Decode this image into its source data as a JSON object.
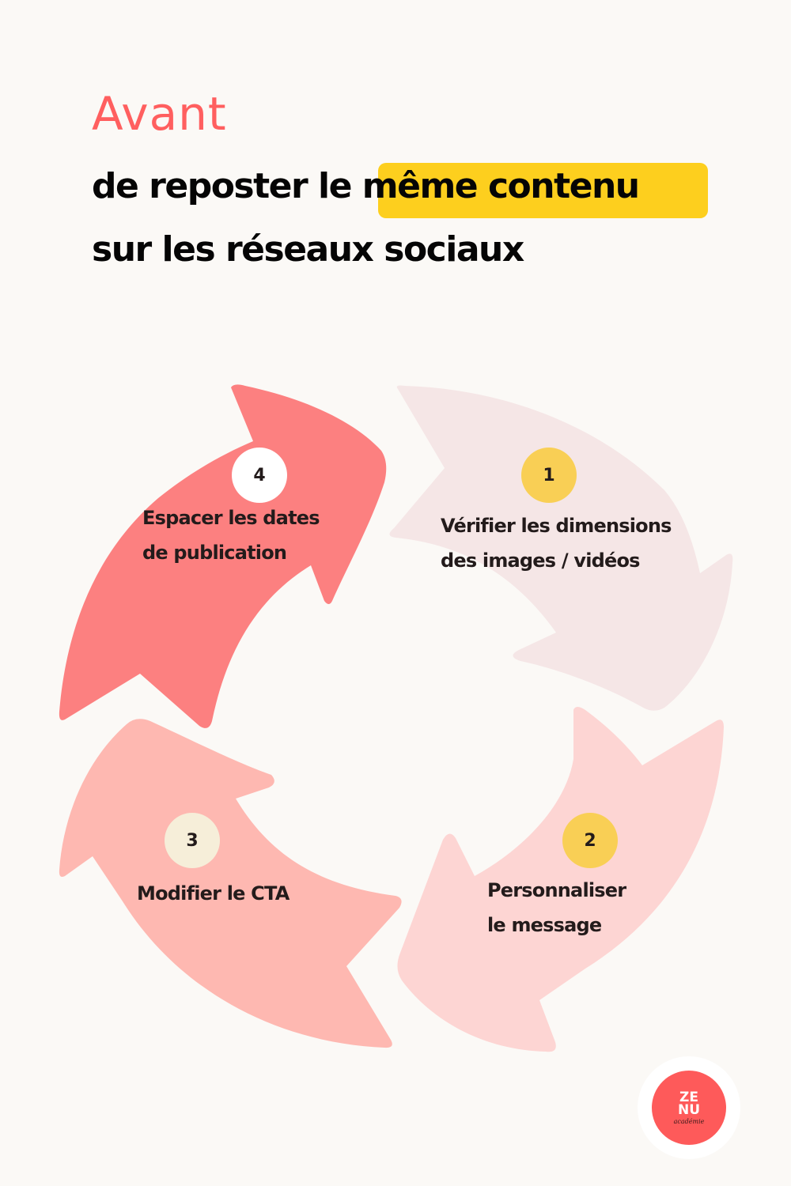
{
  "header": {
    "kicker": "Avant",
    "line1_prefix": "de reposter le ",
    "line1_highlight": "même contenu",
    "line2": "sur les réseaux sociaux"
  },
  "colors": {
    "background": "#FBF9F6",
    "kicker": "#FF5F5F",
    "highlight": "#FDCF1E",
    "arrow_1": "#F5E6E6",
    "arrow_2": "#FDD5D3",
    "arrow_3": "#FEB8B1",
    "arrow_4": "#FC8080",
    "badge_yellow": "#F9CF55",
    "badge_cream": "#F6EED9",
    "badge_white": "#FFFFFF",
    "logo": "#FE5A5A"
  },
  "steps": [
    {
      "number": "1",
      "lines": [
        "Vérifier les dimensions",
        "des images / vidéos"
      ]
    },
    {
      "number": "2",
      "lines": [
        "Personnaliser",
        "le message"
      ]
    },
    {
      "number": "3",
      "lines": [
        "Modifier le CTA"
      ]
    },
    {
      "number": "4",
      "lines": [
        "Espacer les dates",
        "de publication"
      ]
    }
  ],
  "logo": {
    "line1": "ZE",
    "line2": "NU",
    "sub": "académie"
  }
}
